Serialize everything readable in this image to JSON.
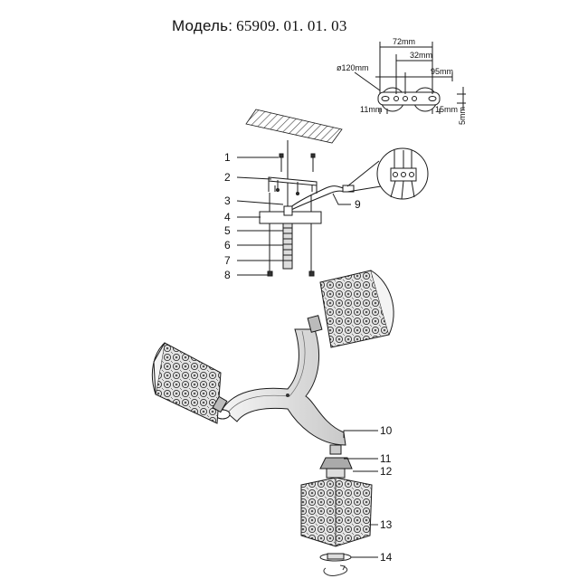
{
  "title": {
    "label": "Модель:",
    "code": "65909. 01. 01. 03"
  },
  "dimensions": {
    "diameter": "ø120mm",
    "d72": "72mm",
    "d32": "32mm",
    "d95": "95mm",
    "d11": "11mm",
    "d15": "15mm",
    "d5": "5mm"
  },
  "callouts": [
    "1",
    "2",
    "3",
    "4",
    "5",
    "6",
    "7",
    "8",
    "9",
    "10",
    "11",
    "12",
    "13",
    "14"
  ],
  "colors": {
    "line": "#1a1a1a",
    "hatch": "#555555",
    "shade": "#cfcfcf"
  }
}
